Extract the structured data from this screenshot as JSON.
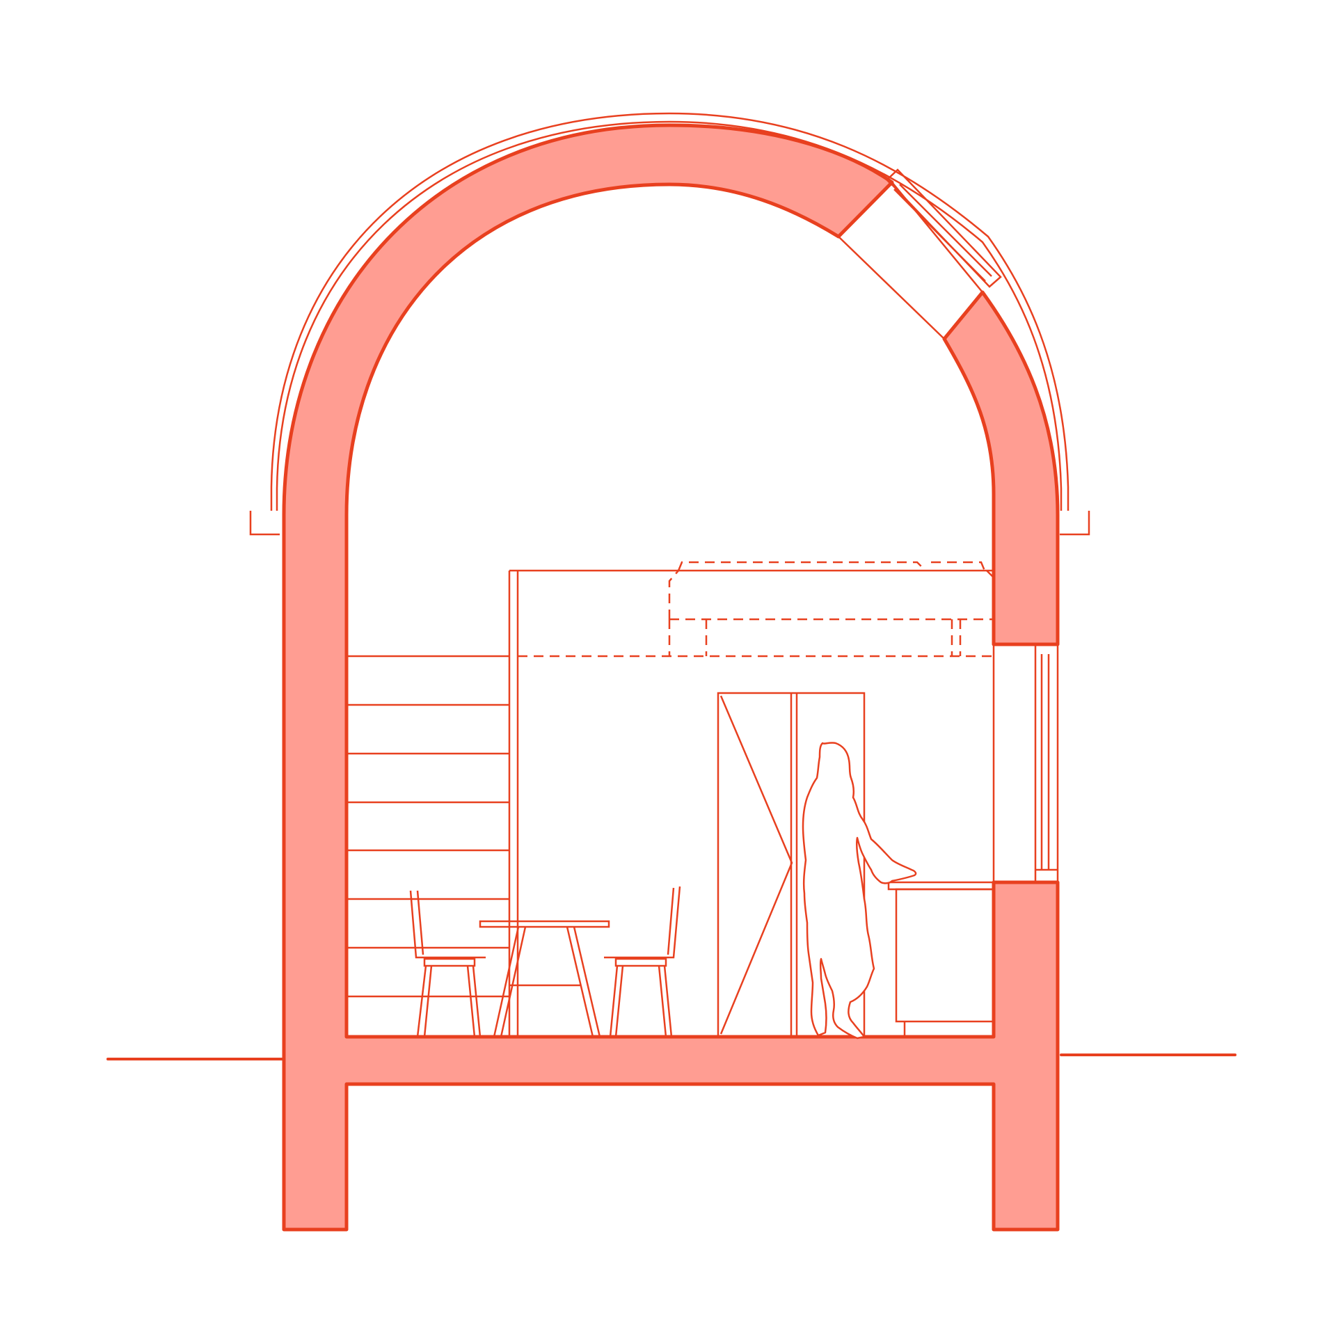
{
  "diagram": {
    "kind": "architectural-section",
    "colors": {
      "line": "#e8401f",
      "fill": "#ff9d92",
      "background": "#ffffff"
    },
    "elements": [
      "vault-shell",
      "roof-membrane",
      "skylight",
      "ground-line",
      "stair",
      "mezzanine-loft",
      "dining-table",
      "chair",
      "door",
      "person",
      "kitchen-counter",
      "window"
    ]
  }
}
